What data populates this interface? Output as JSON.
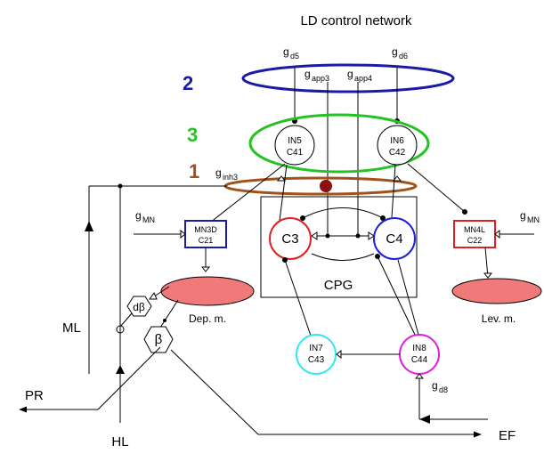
{
  "title": "LD control network",
  "numbers": {
    "n1": "1",
    "n2": "2",
    "n3": "3"
  },
  "colors": {
    "blue": "#1a1aa6",
    "green": "#22c322",
    "brown": "#a0521a",
    "dot": "#8b1010",
    "red": "#e02020",
    "cpgBlue": "#1f1fd8",
    "cyan": "#33e6f0",
    "magenta": "#e020e0",
    "muscle": "#f07a7a"
  },
  "conductances": {
    "g": "g",
    "d5": "d5",
    "d6": "d6",
    "app3": "app3",
    "app4": "app4",
    "inh3": "inh3",
    "mn_left": "MN",
    "mn_right": "MN",
    "d8": "d8"
  },
  "neurons": {
    "in5": {
      "line1": "IN5",
      "line2": "C41"
    },
    "in6": {
      "line1": "IN6",
      "line2": "C42"
    },
    "c3": "C3",
    "c4": "C4",
    "in7": {
      "line1": "IN7",
      "line2": "C43"
    },
    "in8": {
      "line1": "IN8",
      "line2": "C44"
    },
    "mn3d": {
      "line1": "MN3D",
      "line2": "C21"
    },
    "mn4l": {
      "line1": "MN4L",
      "line2": "C22"
    }
  },
  "cpg_label": "CPG",
  "muscles": {
    "dep": "Dep. m.",
    "lev": "Lev. m."
  },
  "sensors": {
    "dbeta": "dβ",
    "beta": "β"
  },
  "signals": {
    "ml": "ML",
    "pr": "PR",
    "hl": "HL",
    "ef": "EF"
  }
}
